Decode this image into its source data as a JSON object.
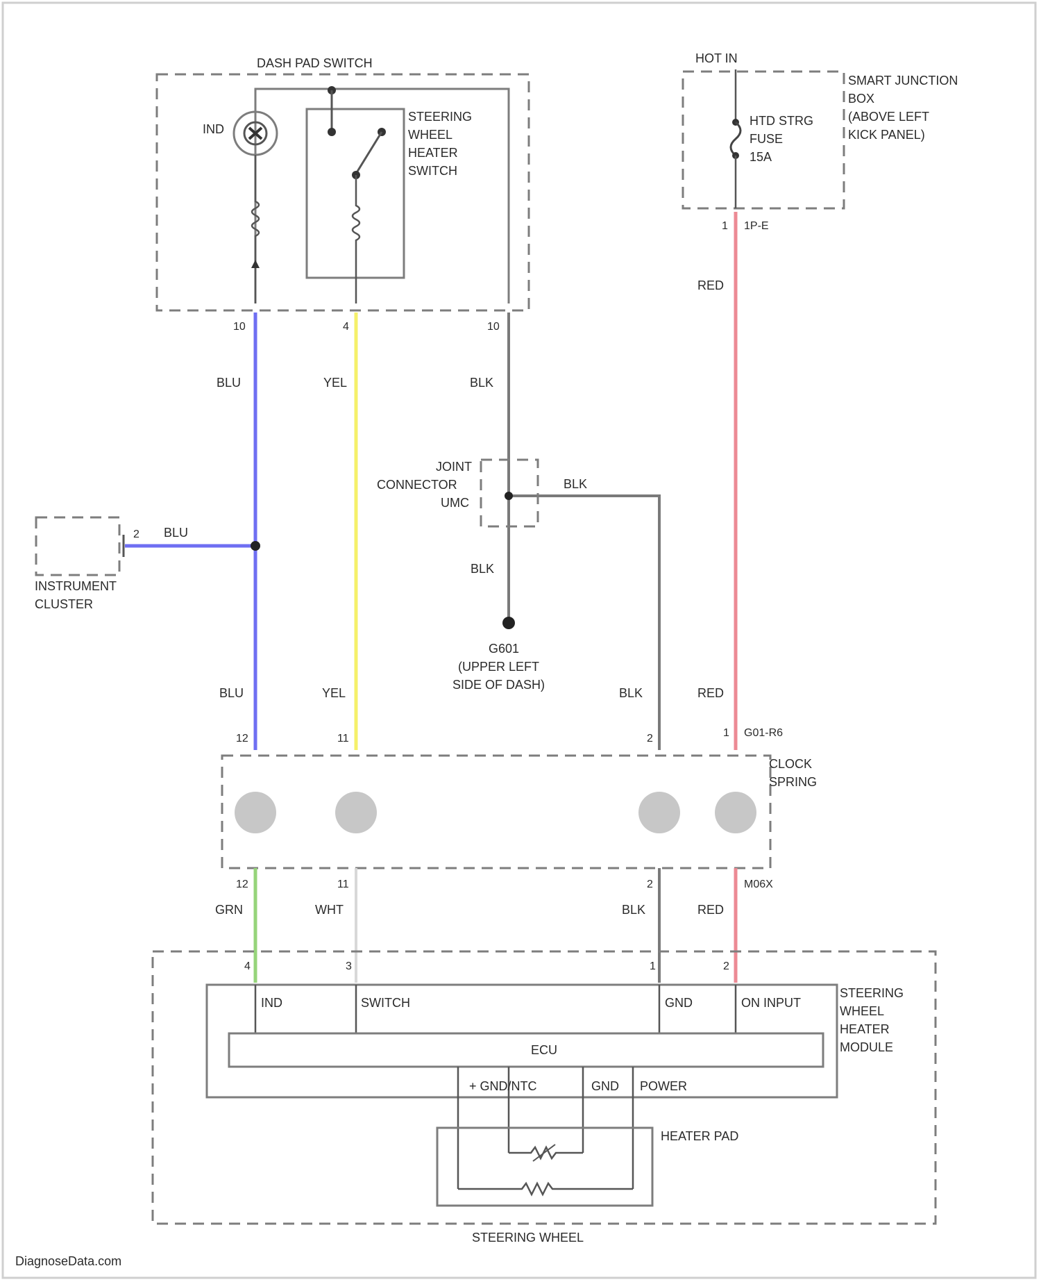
{
  "components": {
    "dash_pad_switch": "DASH PAD SWITCH",
    "steering_wheel_heater_switch": [
      "STEERING",
      "WHEEL",
      "HEATER",
      "SWITCH"
    ],
    "ind": "IND",
    "hot_in": "HOT IN",
    "smart_junction_box": [
      "SMART JUNCTION",
      "BOX",
      "(ABOVE LEFT",
      "KICK PANEL)"
    ],
    "fuse": [
      "HTD STRG",
      "FUSE",
      "15A"
    ],
    "joint_connector": [
      "JOINT",
      "CONNECTOR",
      "UMC"
    ],
    "instrument_cluster": [
      "INSTRUMENT",
      "CLUSTER"
    ],
    "ground": [
      "G601",
      "(UPPER LEFT",
      "SIDE OF DASH)"
    ],
    "clockspring": [
      "CLOCK",
      "SPRING"
    ],
    "steering_wheel_heater_module": [
      "STEERING",
      "WHEEL",
      "HEATER",
      "MODULE"
    ],
    "ecu": "ECU",
    "heater_pad": "HEATER PAD",
    "steering_wheel": "STEERING WHEEL"
  },
  "connectors": {
    "fuse_out": "1",
    "fuse_conn": "1P-E",
    "clock_top_red": "1",
    "clock_top_red_conn": "G01-R6",
    "clock_bot_red_conn": "M06X",
    "dash_blu": "10",
    "dash_yel": "4",
    "dash_blk": "10",
    "ic_pin": "2",
    "clock_top": [
      "12",
      "11",
      "2"
    ],
    "clock_bot": [
      "12",
      "11",
      "2"
    ],
    "module_pins": [
      "4",
      "3",
      "1",
      "2"
    ]
  },
  "wires": {
    "blu": "BLU",
    "yel": "YEL",
    "blk": "BLK",
    "red": "RED",
    "grn": "GRN",
    "wht": "WHT"
  },
  "module_terminals": {
    "ind": "IND",
    "switch": "SWITCH",
    "gnd": "GND",
    "on_input": "ON INPUT",
    "ground_ntc": "+ GND/NTC",
    "gnd2": "GND",
    "power": "POWER"
  },
  "watermark": "DiagnoseData.com",
  "colors": {
    "blu": "#6f6ff2",
    "yel": "#f5f06a",
    "red": "#ec8a94",
    "grn": "#96d47a",
    "wht": "#d8d8d8",
    "blk": "#7a7a7a"
  }
}
